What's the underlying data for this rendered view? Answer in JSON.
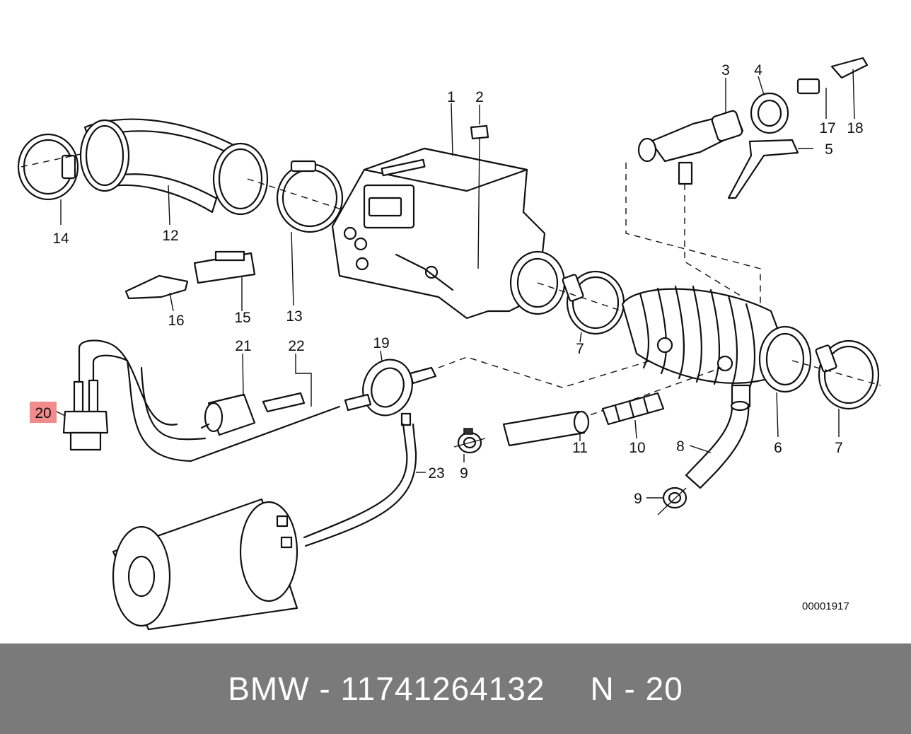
{
  "diagram": {
    "part_labels": {
      "p1": "1",
      "p2": "2",
      "p3": "3",
      "p4": "4",
      "p5": "5",
      "p6": "6",
      "p7a": "7",
      "p7b": "7",
      "p8": "8",
      "p9a": "9",
      "p9b": "9",
      "p10": "10",
      "p11": "11",
      "p12": "12",
      "p13": "13",
      "p14": "14",
      "p15": "15",
      "p16": "16",
      "p17": "17",
      "p18": "18",
      "p19": "19",
      "p20": "20",
      "p21": "21",
      "p22": "22",
      "p23": "23"
    },
    "highlighted_part": "20",
    "highlight_color": "#f28b8b",
    "drawing_code": "00001917"
  },
  "footer": {
    "brand": "BMW - 11741264132",
    "position": "N - 20",
    "background": "#7a7a7a",
    "text_color": "#ffffff"
  }
}
